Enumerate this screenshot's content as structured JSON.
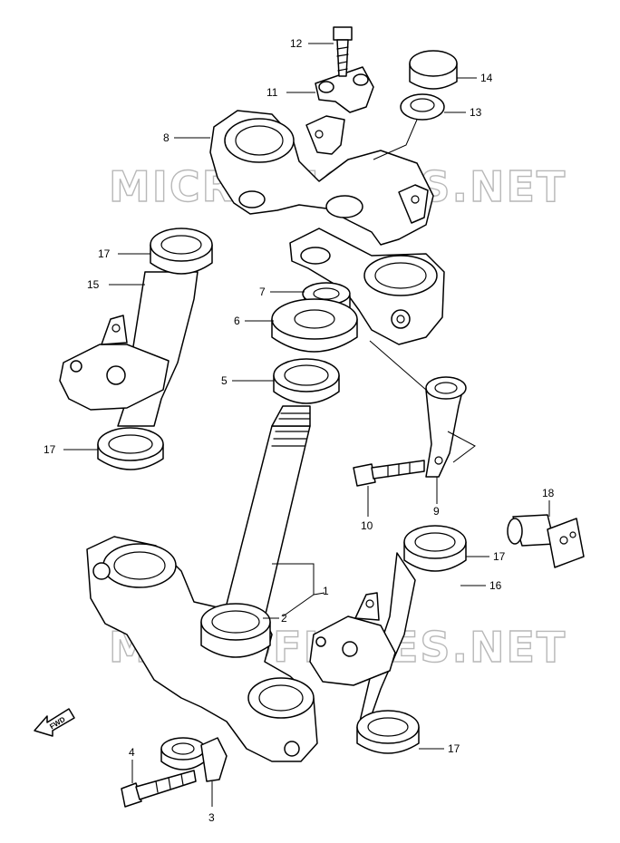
{
  "watermark": "MICROFICHES.NET",
  "fwd_label": "FWD",
  "labels": {
    "p1": "1",
    "p2": "2",
    "p3": "3",
    "p4": "4",
    "p5": "5",
    "p6": "6",
    "p7": "7",
    "p8": "8",
    "p9": "9",
    "p10": "10",
    "p11": "11",
    "p12": "12",
    "p13": "13",
    "p14": "14",
    "p15": "15",
    "p16": "16",
    "p17": "17",
    "p18": "18"
  }
}
